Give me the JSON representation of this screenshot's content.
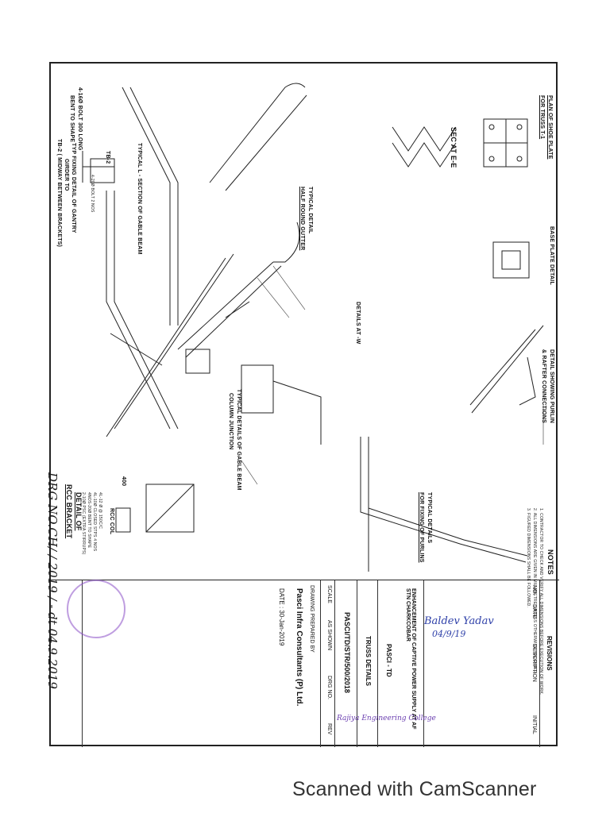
{
  "notes": {
    "heading": "NOTES",
    "items": [
      "1. CONTRACTOR TO CHECK AND VERIFY ALL DIMENSIONS BEFORE EXECUTION OF WORK.",
      "2. ALL DIMENSIONS ARE GIVEN IN MILLIMETRE UNLESS OTHERWISE SPECIFIED.",
      "3. FIGURED DIMENSIONS SHALL BE FOLLOWED."
    ]
  },
  "details": {
    "plan_shoe_plate": "PLAN OF SHOE PLATE",
    "for_truss": "FOR TRUSS T-1",
    "base_plate": "BASE PLATE DETAIL",
    "purlin_rafter_1": "DETAIL SHOWING PURLIN",
    "purlin_rafter_2": "& RAFTER CONNECTIONS",
    "sec_ee": "SEC AT E-E",
    "typical_detail": "TYPICAL DETAIL",
    "half_round_gutter": "HALF ROUND GUTTER",
    "details_at_w": "DETAILS AT -W",
    "typical_details_purlins_1": "TYPICAL DETAILS",
    "typical_details_purlins_2": "FOR FIXING OF PURLINS",
    "gable_beam": "TYPICAL L - SECTION OF GABLE BEAM",
    "gantry_1": "TYP FIXING DETAIL OF GANTRY",
    "gantry_2": "GIRDER TO",
    "gantry_3": "TB-2 ( MIDWAY BETWEEN BRACKETS)",
    "gable_column_1": "TYPICAL DETAILS OF GABLE BEAM",
    "gable_column_2": "COLUMN JUNCTION",
    "rcc_bracket_1": "DETAIL OF",
    "rcc_bracket_2": "RCC BRACKET",
    "tb2": "TB-2",
    "bolt_note_1": "4-16Ø BOLT 300 LONG",
    "bolt_note_2": "BENT TO SHAPE",
    "plate_note": "4-20Ø BOLT 2 NOS",
    "rcc_col": "RCC COL",
    "bracket_dim": "400",
    "bar_note_1": "4L-12 Ø @ 150C/C",
    "bar_note_2": "4L-10Ø CLOSED STPS 4 NOS",
    "bar_note_3": "4NOS-20Ø BENT TO SHAPE",
    "bar_note_4": "2-10Ø PSC (EXTRA STIRRUPS)"
  },
  "title_block": {
    "revisions": "REVISIONS",
    "col_no": "NO.",
    "col_date": "DATE",
    "col_description": "DESCRIPTION",
    "col_initial": "INITIAL",
    "project": "ENHANCEMENT OF CAPTIVE POWER SUPPLY AT AF STN CHARKCOBAR",
    "client": "PASCI - TD",
    "sheet_title": "TRUSS DETAILS",
    "drawing_no": "PASCI/TD/STR/500/2018",
    "scale_label": "SCALE",
    "scale_value": "AS SHOWN",
    "drg_label": "DRG NO.",
    "rev_label": "REV",
    "consultant": "Pasci Infra Consultants (P) Ltd.",
    "date": "DATE : 30-Jan-2019",
    "prepared": "DRAWING PREPARED BY"
  },
  "handwritten": {
    "drg_stamp": "DRG NO.CH/ / 2019 / - dt 04.9.2019",
    "sig_name": "Baldev Yadav",
    "sig_date": "04/9/19",
    "stamp_text": "Rajiya Engineering College"
  },
  "footer": "Scanned with CamScanner"
}
